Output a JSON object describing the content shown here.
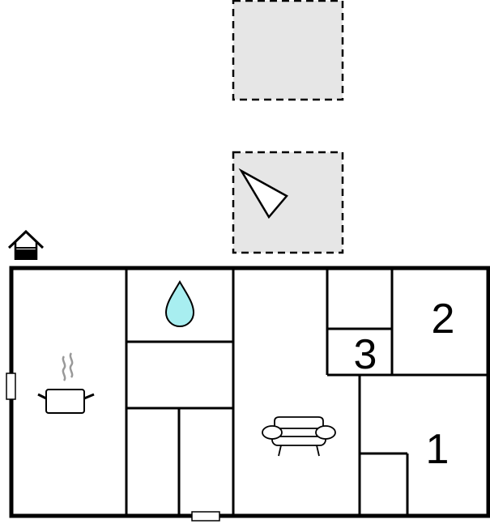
{
  "floorplan": {
    "rooms": [
      {
        "id": "bedroom-1",
        "label": "1"
      },
      {
        "id": "bedroom-2",
        "label": "2"
      },
      {
        "id": "bedroom-3",
        "label": "3"
      }
    ],
    "icons": {
      "kitchen": "cooking-pot-icon",
      "bathroom": "water-drop-icon",
      "living": "sofa-icon",
      "entrance": "house-entrance-icon",
      "orientation": "direction-arrow-icon"
    },
    "colors": {
      "wall": "#000000",
      "outdoor_area": "#e6e6e6",
      "water": "#a8eef0",
      "steam": "#999999"
    }
  }
}
